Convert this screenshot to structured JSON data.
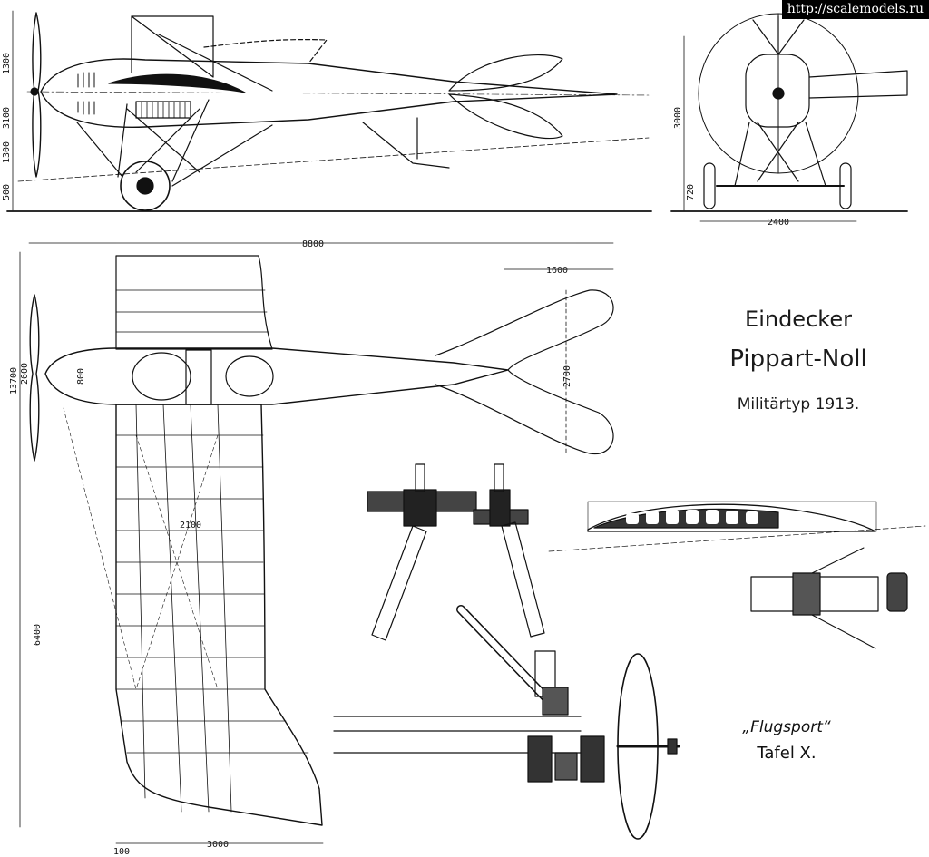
{
  "watermark": "http://scalemodels.ru",
  "title": {
    "line1": "Eindecker",
    "line2": "Pippart-Noll",
    "line3": "Militärtyp 1913."
  },
  "source": {
    "journal": "„Flugsport“",
    "plate": "Tafel X."
  },
  "dimensions": {
    "side_height_total": "3100",
    "side_upper": "1300",
    "side_lower": "1300",
    "side_ground": "500",
    "front_height": "3000",
    "front_axle": "720",
    "front_track": "2400",
    "length": "8800",
    "tail_chord": "1600",
    "span": "13700",
    "fuselage_width": "2600",
    "cowl_width": "800",
    "tailplane_span": "2700",
    "wing_rib_spacing": "2100",
    "half_span": "6400",
    "wing_chord": "3000",
    "wing_offset": "100"
  }
}
